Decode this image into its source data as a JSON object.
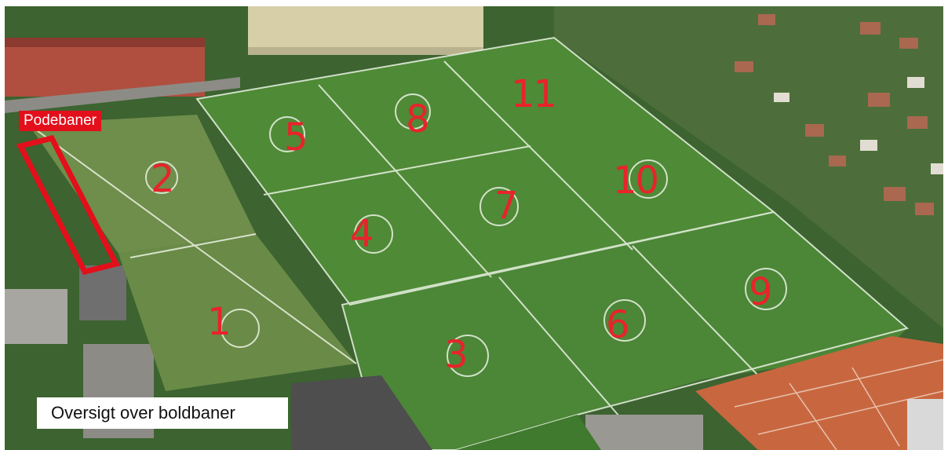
{
  "photo": {
    "description_icon": "aerial-photo",
    "colors": {
      "label_red": "#e8232b",
      "pitch_green": "#4f8a37",
      "old_turf": "#6e8c4c",
      "clay_courts": "#c8673f"
    }
  },
  "overlay": {
    "podebaner_label": "Podebaner",
    "caption": "Oversigt over boldbaner"
  },
  "fields": [
    {
      "id": "field-1",
      "label": "1"
    },
    {
      "id": "field-2",
      "label": "2"
    },
    {
      "id": "field-3",
      "label": "3"
    },
    {
      "id": "field-4",
      "label": "4"
    },
    {
      "id": "field-5",
      "label": "5"
    },
    {
      "id": "field-6",
      "label": "6"
    },
    {
      "id": "field-7",
      "label": "7"
    },
    {
      "id": "field-8",
      "label": "8"
    },
    {
      "id": "field-9",
      "label": "9"
    },
    {
      "id": "field-10",
      "label": "10"
    },
    {
      "id": "field-11",
      "label": "11"
    }
  ]
}
